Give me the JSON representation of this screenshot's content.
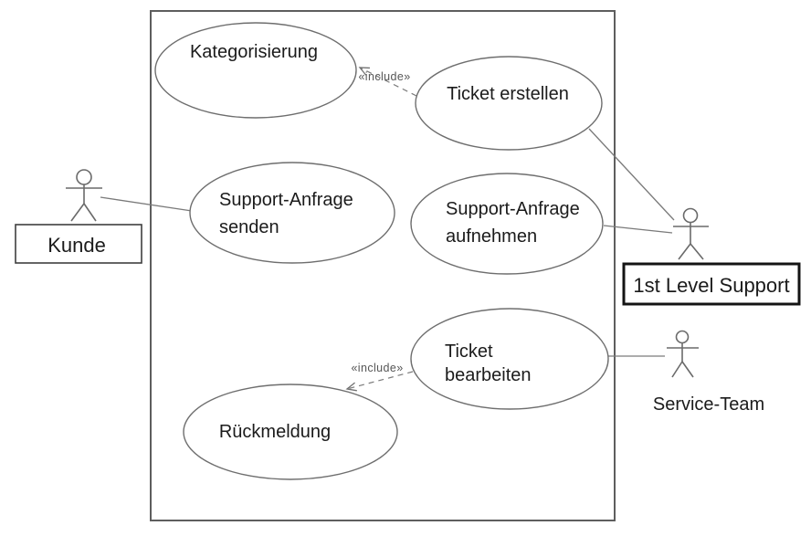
{
  "diagram_type": "uml-use-case-diagram",
  "colors": {
    "background": "#ffffff",
    "line": "#7a7a7a",
    "ellipse_stroke": "#6e6e6e",
    "text": "#1b1b1b",
    "boundary": "#5e5e5e",
    "actor_box_strong": "#141414"
  },
  "use_cases": [
    {
      "id": "kategorisierung",
      "lines": [
        "Kategorisierung"
      ]
    },
    {
      "id": "ticket-erstellen",
      "lines": [
        "Ticket erstellen"
      ]
    },
    {
      "id": "support-anfrage-senden",
      "lines": [
        "Support-Anfrage",
        "senden"
      ]
    },
    {
      "id": "support-anfrage-aufnehmen",
      "lines": [
        "Support-Anfrage",
        "aufnehmen"
      ]
    },
    {
      "id": "ticket-bearbeiten",
      "lines": [
        "Ticket",
        "bearbeiten"
      ]
    },
    {
      "id": "rueckmeldung",
      "lines": [
        "Rückmeldung"
      ]
    }
  ],
  "actors": [
    {
      "id": "kunde",
      "label": "Kunde",
      "boxed": true
    },
    {
      "id": "first-level-support",
      "label": "1st Level Support",
      "boxed": true
    },
    {
      "id": "service-team",
      "label": "Service-Team",
      "boxed": false
    }
  ],
  "relations": {
    "include_top": {
      "from": "ticket-erstellen",
      "to": "kategorisierung",
      "label": "«include»"
    },
    "include_bottom": {
      "from": "ticket-bearbeiten",
      "to": "rueckmeldung",
      "label": "«include»"
    },
    "associations": [
      {
        "from": "kunde",
        "to": "support-anfrage-senden"
      },
      {
        "from": "ticket-erstellen",
        "to": "first-level-support"
      },
      {
        "from": "support-anfrage-aufnehmen",
        "to": "first-level-support"
      },
      {
        "from": "ticket-bearbeiten",
        "to": "service-team"
      }
    ]
  }
}
